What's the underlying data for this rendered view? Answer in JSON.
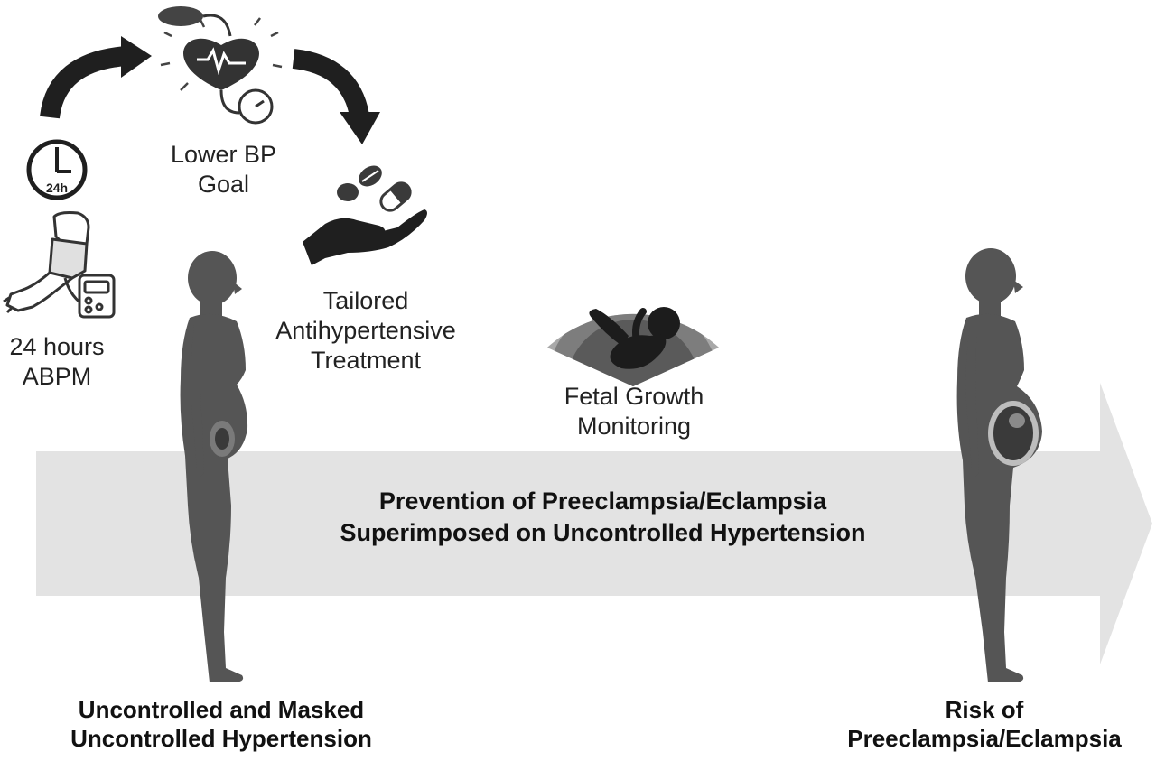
{
  "steps": {
    "abpm": {
      "line1": "24 hours",
      "line2": "ABPM"
    },
    "clock_badge": "24h",
    "bp_goal": {
      "line1": "Lower BP",
      "line2": "Goal"
    },
    "treatment": {
      "line1": "Tailored",
      "line2": "Antihypertensive",
      "line3": "Treatment"
    },
    "fetal": {
      "line1": "Fetal Growth",
      "line2": "Monitoring"
    }
  },
  "arrow_banner": {
    "line1": "Prevention of Preeclampsia/Eclampsia",
    "line2": "Superimposed on Uncontrolled Hypertension"
  },
  "left_figure": {
    "line1": "Uncontrolled and Masked",
    "line2": "Uncontrolled Hypertension"
  },
  "right_figure": {
    "line1": "Risk of",
    "line2": "Preeclampsia/Eclampsia"
  },
  "colors": {
    "banner_fill": "#e3e3e3",
    "silhouette": "#555555",
    "icon_dark": "#1f1f1f",
    "ultrasound_outer": "#b9b9b9",
    "ultrasound_mid": "#8e8e8e",
    "ultrasound_inner": "#5e5e5e"
  },
  "icons": [
    "clock-icon",
    "bp-cuff-icon",
    "heart-monitor-icon",
    "pills-hand-icon",
    "ultrasound-fetus-icon",
    "curved-arrow-icon",
    "pregnant-silhouette-icon"
  ]
}
